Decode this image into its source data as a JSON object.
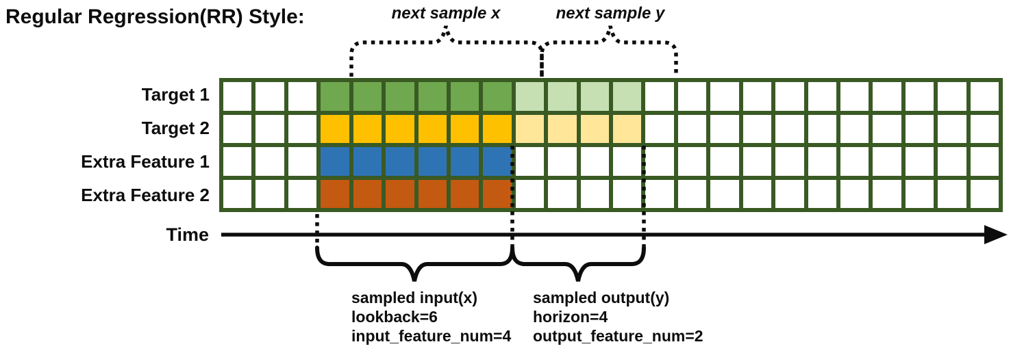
{
  "title": "Regular Regression(RR) Style:",
  "grid": {
    "columns": 24,
    "border_color": "#3A5A24",
    "empty_cell_color": "#FFFFFF",
    "rows": [
      {
        "label": "Target 1",
        "input": {
          "start": 3,
          "end": 9,
          "color": "#6FA84F"
        },
        "output": {
          "start": 9,
          "end": 13,
          "color": "#C6E0B4"
        }
      },
      {
        "label": "Target 2",
        "input": {
          "start": 3,
          "end": 9,
          "color": "#FFC000"
        },
        "output": {
          "start": 9,
          "end": 13,
          "color": "#FFE699"
        }
      },
      {
        "label": "Extra Feature 1",
        "input": {
          "start": 3,
          "end": 9,
          "color": "#2E74B5"
        },
        "output": null
      },
      {
        "label": "Extra Feature 2",
        "input": {
          "start": 3,
          "end": 9,
          "color": "#C45911"
        },
        "output": null
      }
    ]
  },
  "annotations": {
    "next_sample_x": "next sample x",
    "next_sample_y": "next sample y",
    "time_label": "Time",
    "input_block": [
      "sampled input(x)",
      "lookback=6",
      "input_feature_num=4"
    ],
    "output_block": [
      "sampled output(y)",
      "horizon=4",
      "output_feature_num=2"
    ]
  },
  "parameters": {
    "lookback": 6,
    "horizon": 4,
    "input_feature_num": 4,
    "output_feature_num": 2
  }
}
